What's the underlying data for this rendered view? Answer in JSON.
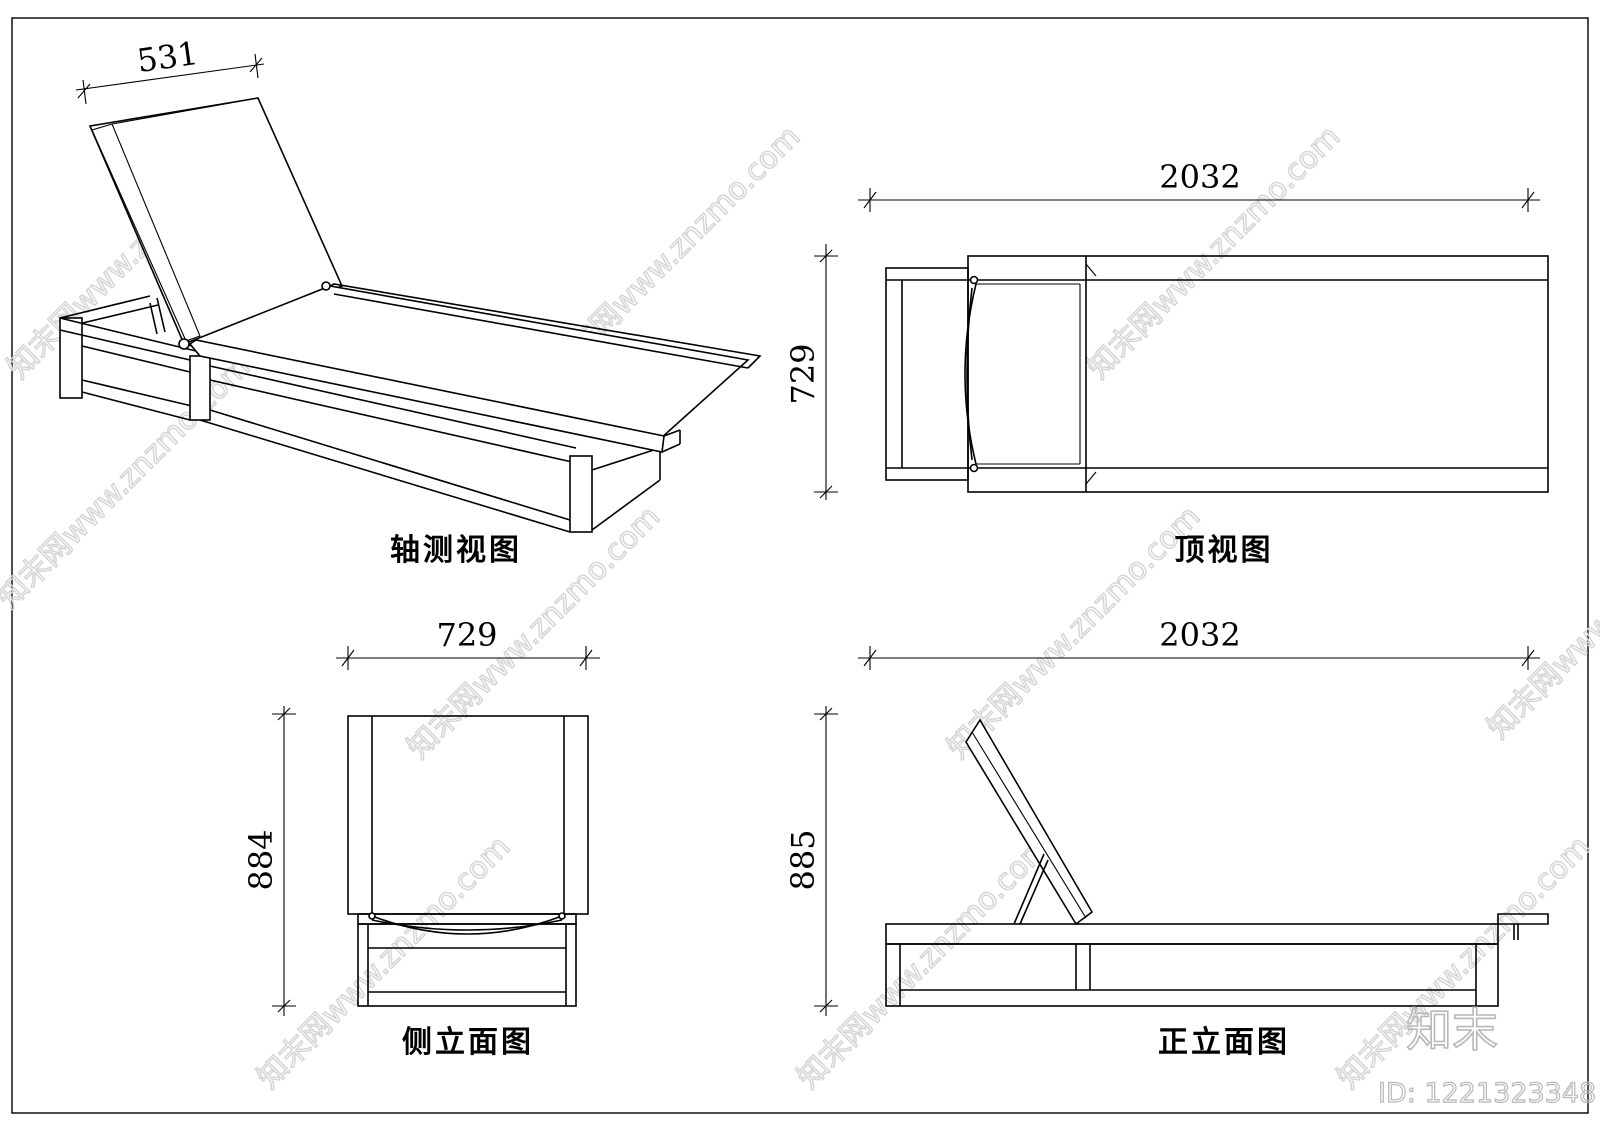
{
  "views": {
    "axonometric": {
      "caption": "轴测视图",
      "dim_width": "531"
    },
    "top": {
      "caption": "顶视图",
      "dim_length": "2032",
      "dim_width": "729"
    },
    "side": {
      "caption": "侧立面图",
      "dim_width": "729",
      "dim_height": "884"
    },
    "front": {
      "caption": "正立面图",
      "dim_length": "2032",
      "dim_height": "885"
    }
  },
  "watermark": {
    "text": "知末网www.znzmo.com",
    "brand": "知末",
    "id_label": "ID: 1221323348"
  },
  "colors": {
    "line": "#000000",
    "watermark": "#d4d4d4",
    "background": "#ffffff"
  }
}
